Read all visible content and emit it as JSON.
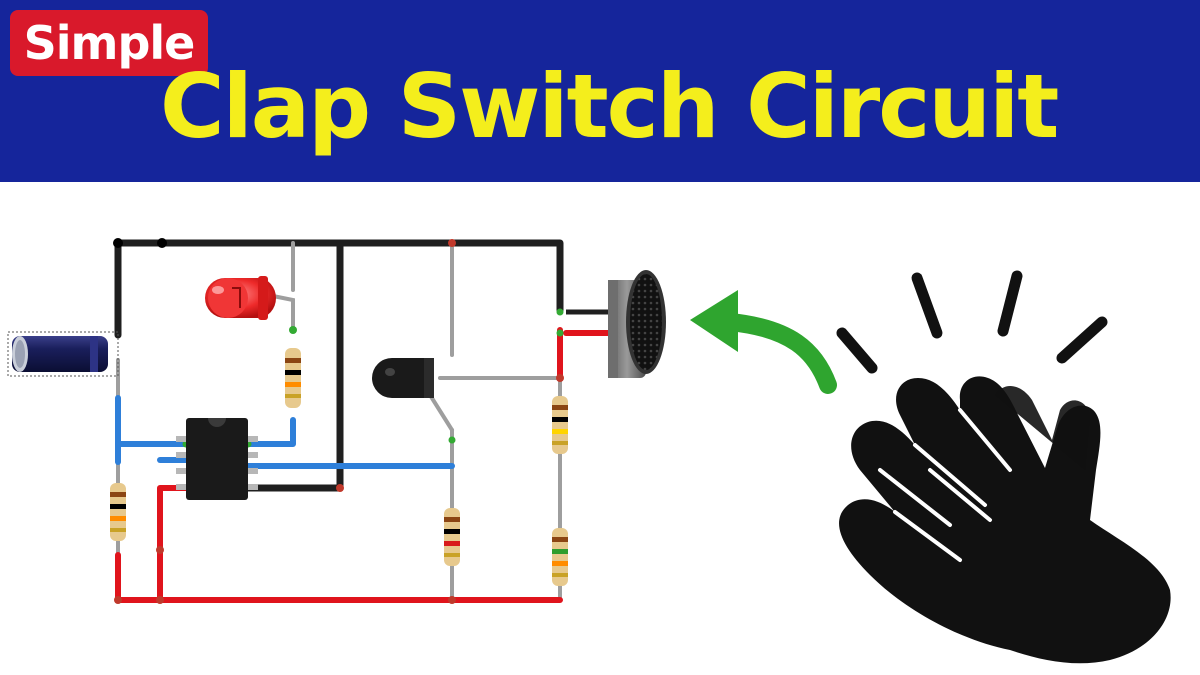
{
  "header": {
    "badge": "Simple",
    "title": "Clap Switch Circuit",
    "background_color": "#15259b",
    "badge_color": "#d9192b",
    "title_color": "#f4ee1c"
  },
  "diagram": {
    "components": [
      "electrolytic-capacitor",
      "red-led",
      "ic-chip",
      "npn-transistor",
      "condenser-microphone",
      "resistor"
    ],
    "wire_colors": {
      "positive": "#e0141c",
      "negative": "#1f1f1f",
      "signal": "#2e7fd9",
      "lead": "#9e9e9e"
    },
    "arrow_color": "#2fa52f",
    "icons": [
      "clapping-hands-icon",
      "curved-arrow-icon"
    ]
  }
}
